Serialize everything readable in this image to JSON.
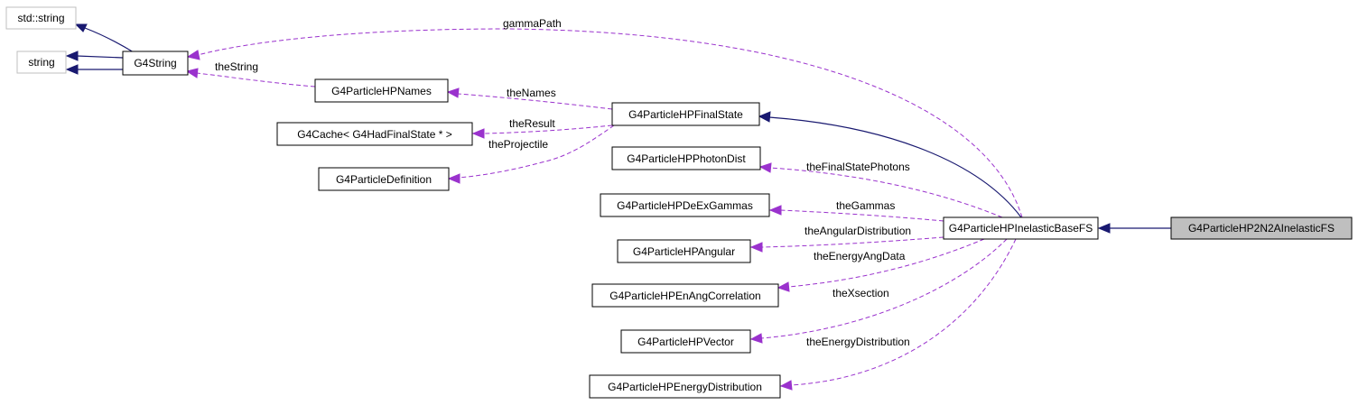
{
  "nodes": {
    "std_string": "std::string",
    "string": "string",
    "g4string": "G4String",
    "names": "G4ParticleHPNames",
    "cache": "G4Cache< G4HadFinalState * >",
    "pdef": "G4ParticleDefinition",
    "finalstate": "G4ParticleHPFinalState",
    "photondist": "G4ParticleHPPhotonDist",
    "deexgammas": "G4ParticleHPDeExGammas",
    "angular": "G4ParticleHPAngular",
    "enangcorr": "G4ParticleHPEnAngCorrelation",
    "vector": "G4ParticleHPVector",
    "energydist": "G4ParticleHPEnergyDistribution",
    "inelasticbase": "G4ParticleHPInelasticBaseFS",
    "n2a": "G4ParticleHP2N2AInelasticFS"
  },
  "edge_labels": {
    "gammaPath": "gammaPath",
    "theString": "theString",
    "theNames": "theNames",
    "theResult": "theResult",
    "theProjectile": "theProjectile",
    "theFinalStatePhotons": "theFinalStatePhotons",
    "theGammas": "theGammas",
    "theAngularDistribution": "theAngularDistribution",
    "theEnergyAngData": "theEnergyAngData",
    "theXsection": "theXsection",
    "theEnergyDistribution": "theEnergyDistribution"
  },
  "colors": {
    "inheritance_edge": "#191970",
    "member_edge": "#9a32cd",
    "focus_fill": "#bfbfbf",
    "external_border": "#bfbfbf"
  }
}
